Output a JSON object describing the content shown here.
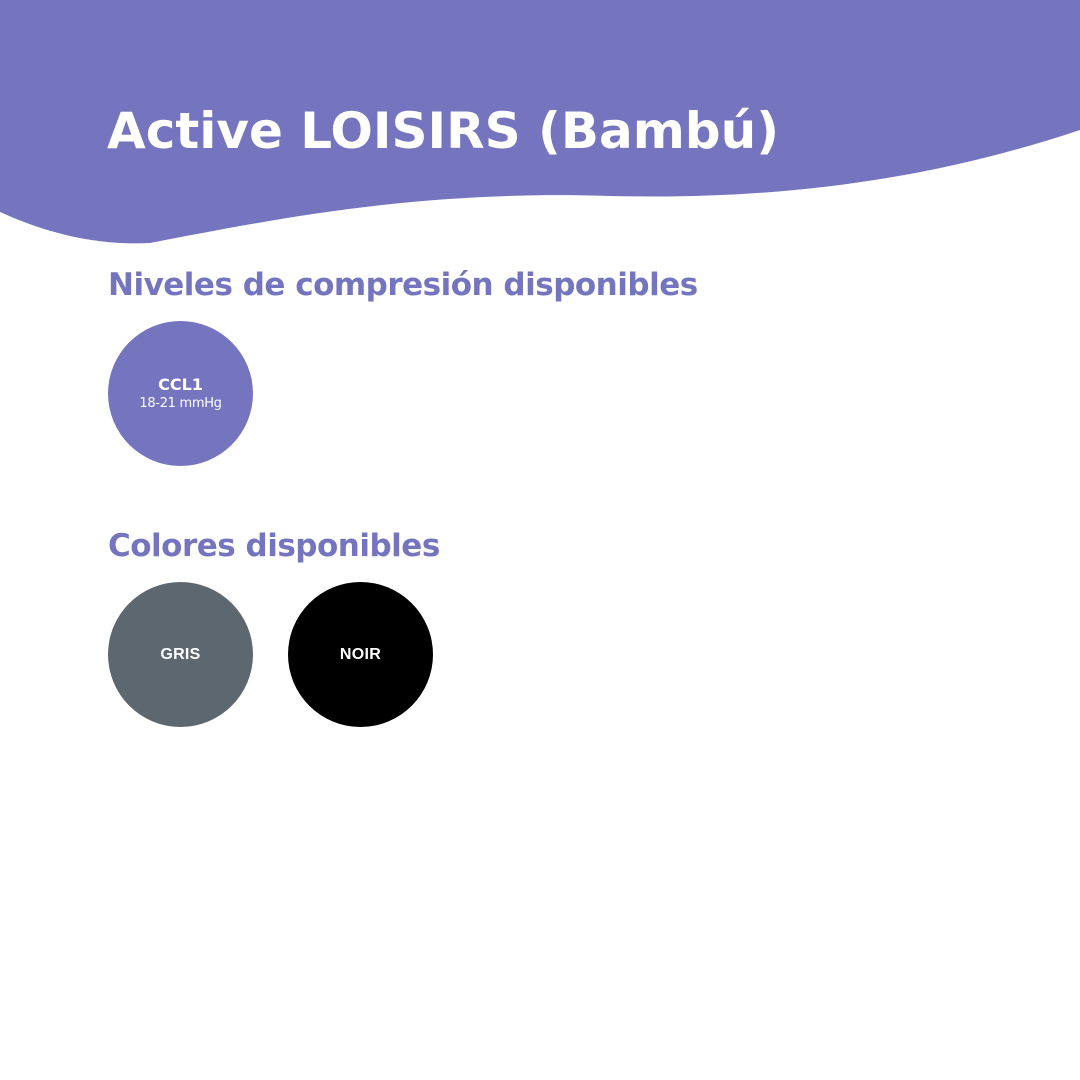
{
  "header": {
    "title": "Active LOISIRS (Bambú)"
  },
  "compression": {
    "heading": "Niveles de compresión disponibles",
    "levels": [
      {
        "name": "CCL1",
        "range": "18-21 mmHg",
        "color": "#7575bf"
      }
    ]
  },
  "colors": {
    "heading": "Colores disponibles",
    "items": [
      {
        "label": "GRIS",
        "swatch": "#5c6770"
      },
      {
        "label": "NOIR",
        "swatch": "#000000"
      }
    ]
  },
  "theme": {
    "accent": "#7575bf",
    "background": "#ffffff",
    "text_on_accent": "#ffffff"
  }
}
